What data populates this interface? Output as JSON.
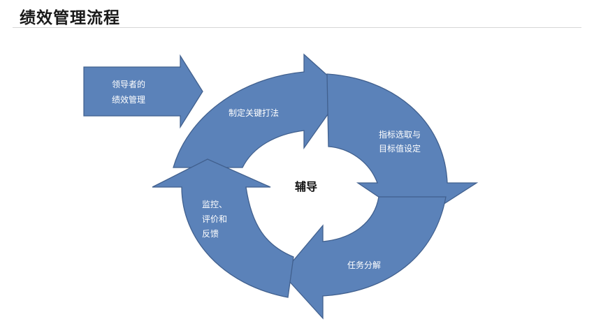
{
  "title": "绩效管理流程",
  "diagram": {
    "center": "辅导",
    "leader_box": [
      "领导者的",
      "绩效管理"
    ],
    "steps": {
      "top": "制定关键打法",
      "right": [
        "指标选取与",
        "目标值设定"
      ],
      "bottom": "任务分解",
      "left": [
        "监控、",
        "评价和",
        "反馈"
      ]
    }
  },
  "colors": {
    "segment_fill": "#5b82b9",
    "segment_stroke": "#41608e"
  }
}
